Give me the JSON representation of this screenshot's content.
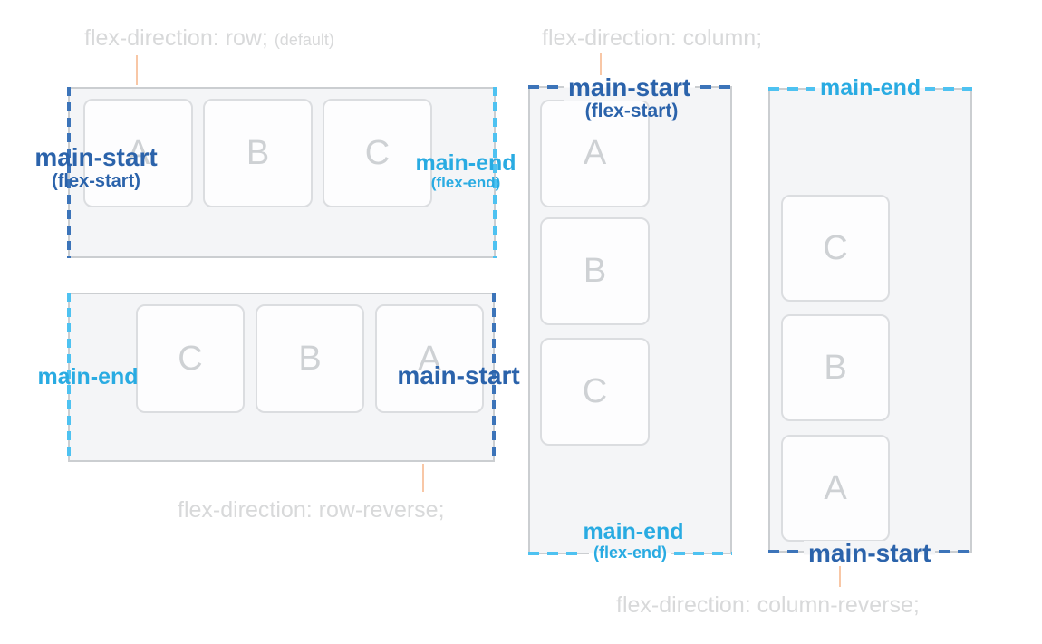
{
  "colors": {
    "main_start": "#2b63ab",
    "main_start_dash": "#3c74b9",
    "main_end": "#29abe2",
    "main_end_dash": "#4ec2f1",
    "container_fill": "#f4f5f7",
    "container_border": "#cbced1",
    "item_letter": "#ced1d4",
    "title_gray": "#d8d9da",
    "connector": "#f8c7a6"
  },
  "diagrams": [
    {
      "id": "row",
      "title": "flex-direction: row;",
      "title_suffix": "(default)",
      "items": [
        "A",
        "B",
        "C"
      ],
      "labels": {
        "start": "main-start",
        "start_sub": "(flex-start)",
        "end": "main-end",
        "end_sub": "(flex-end)"
      }
    },
    {
      "id": "row-reverse",
      "title": "flex-direction: row-reverse;",
      "items": [
        "C",
        "B",
        "A"
      ],
      "labels": {
        "end": "main-end",
        "start": "main-start"
      }
    },
    {
      "id": "column",
      "title": "flex-direction: column;",
      "items": [
        "A",
        "B",
        "C"
      ],
      "labels": {
        "start": "main-start",
        "start_sub": "(flex-start)",
        "end": "main-end",
        "end_sub": "(flex-end)"
      }
    },
    {
      "id": "column-reverse",
      "title": "flex-direction: column-reverse;",
      "items": [
        "C",
        "B",
        "A"
      ],
      "labels": {
        "end": "main-end",
        "start": "main-start"
      }
    }
  ]
}
